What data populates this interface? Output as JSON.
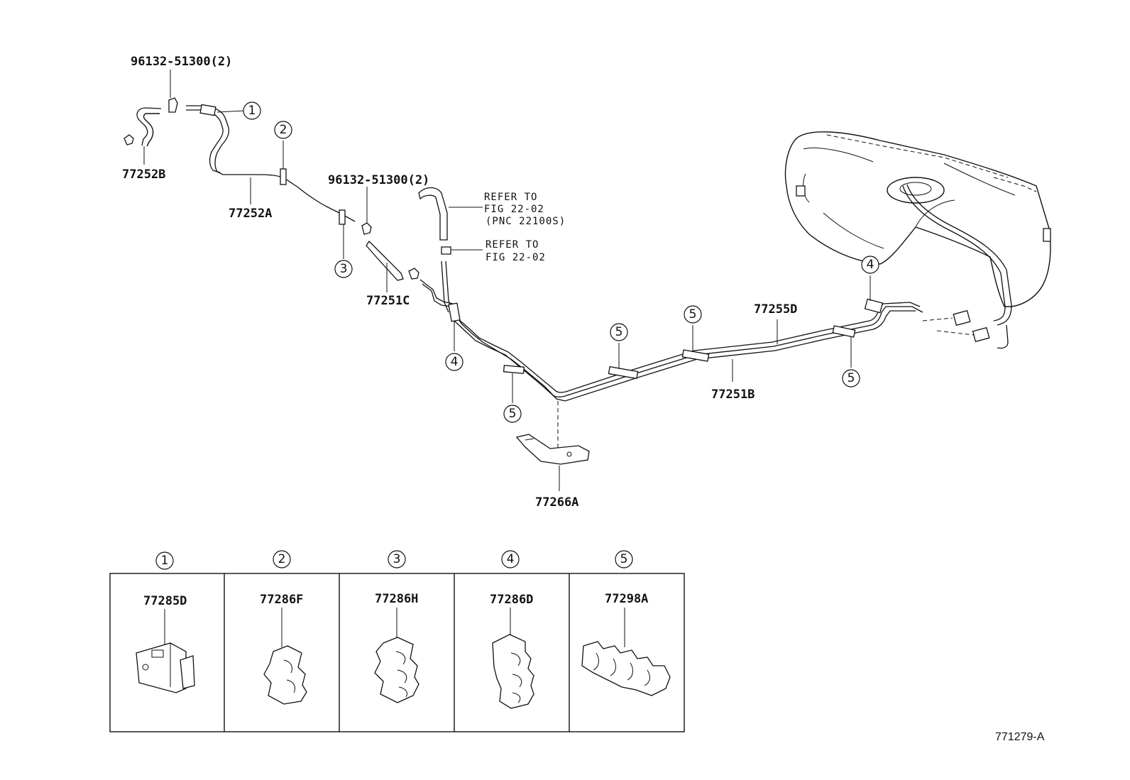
{
  "diagram": {
    "figure_id": "771279-A",
    "part_labels": {
      "bolt_top": "96132-51300(2)",
      "hose_left": "77252B",
      "tube_upper": "77252A",
      "bolt_mid": "96132-51300(2)",
      "hose_mid": "77251C",
      "tube_main": "77255D",
      "tube_lower": "77251B",
      "bracket": "77266A"
    },
    "refer_1": {
      "line1": "REFER TO",
      "line2": "FIG 22-02",
      "line3": "(PNC 22100S)"
    },
    "refer_2": {
      "line1": "REFER TO",
      "line2": "FIG 22-02"
    },
    "callouts": {
      "c1": "1",
      "c2": "2",
      "c3": "3",
      "c4a": "4",
      "c4b": "4",
      "c5a": "5",
      "c5b": "5",
      "c5c": "5",
      "c5d": "5"
    },
    "legend": [
      {
        "num": "1",
        "part": "77285D"
      },
      {
        "num": "2",
        "part": "77286F"
      },
      {
        "num": "3",
        "part": "77286H"
      },
      {
        "num": "4",
        "part": "77286D"
      },
      {
        "num": "5",
        "part": "77298A"
      }
    ]
  }
}
